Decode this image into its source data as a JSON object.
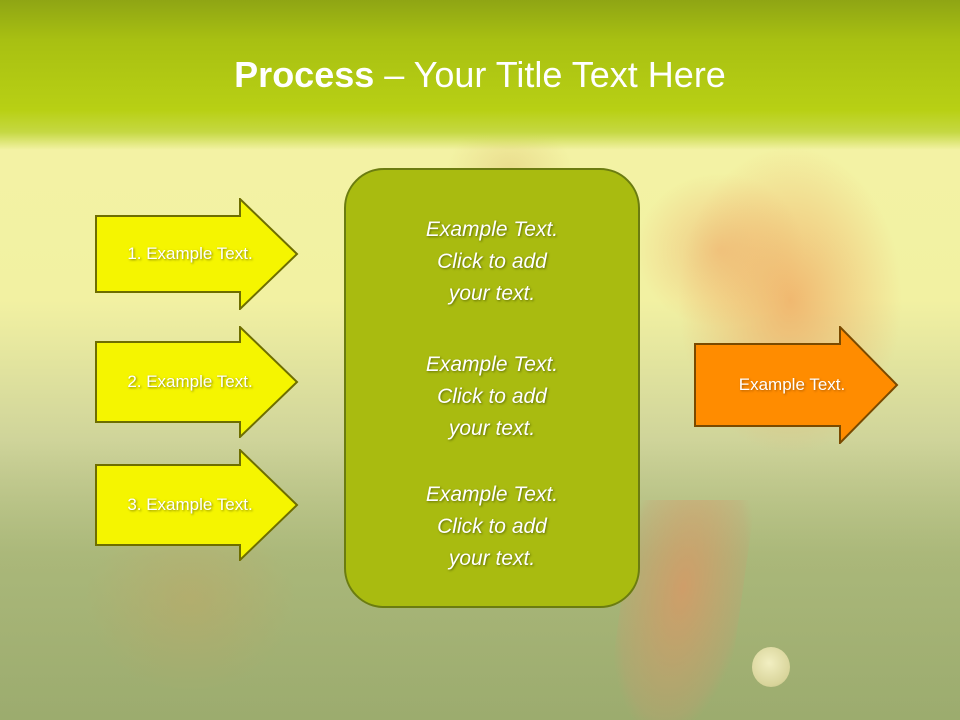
{
  "title": {
    "bold": "Process",
    "rest": " – Your Title Text Here"
  },
  "left_arrows": [
    {
      "label": "1. Example Text."
    },
    {
      "label": "2. Example Text."
    },
    {
      "label": "3. Example Text."
    }
  ],
  "center_box": {
    "entries": [
      {
        "lines": [
          "Example Text.",
          "Click  to add",
          "your text."
        ]
      },
      {
        "lines": [
          "Example Text.",
          "Click  to add",
          "your text."
        ]
      },
      {
        "lines": [
          "Example Text.",
          "Click  to add",
          "your text."
        ]
      }
    ]
  },
  "output_arrow": {
    "label": "Example Text."
  },
  "colors": {
    "title_band": "#a8c012",
    "left_arrow_fill": "#f5f500",
    "center_box_fill": "#a9bb10",
    "output_arrow_fill": "#ff8c00"
  }
}
